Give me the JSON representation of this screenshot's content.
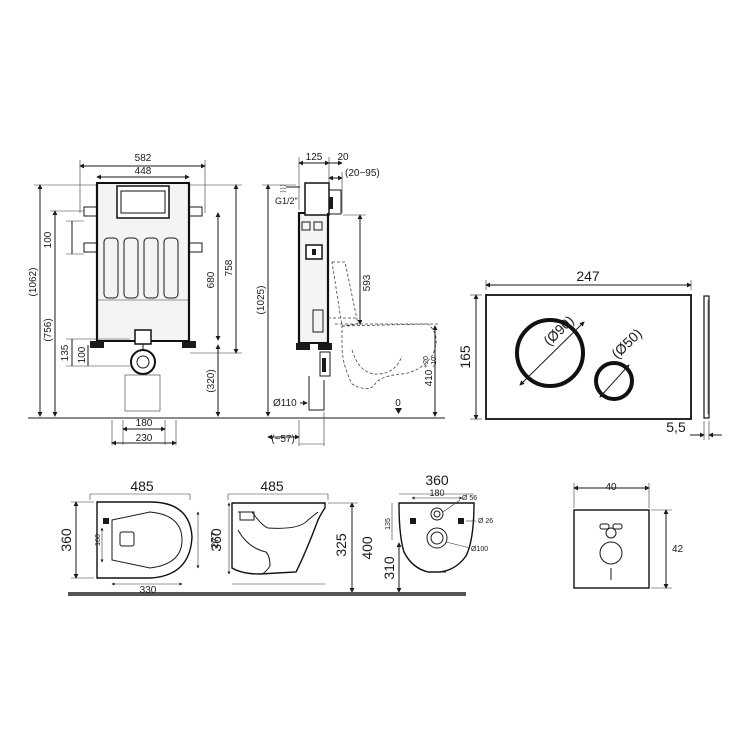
{
  "frame_front": {
    "width_outer": "582",
    "width_inner": "448",
    "h_total": "(1062)",
    "h_756": "(756)",
    "d_100_top": "100",
    "d_135": "135",
    "d_100_bottom": "100",
    "h_680": "680",
    "h_758": "758",
    "h_320": "(320)",
    "w_180": "180",
    "w_230": "230"
  },
  "frame_side": {
    "d_125": "125",
    "d_20": "20",
    "d_20_95": "(20~95)",
    "g_thread": "G1/2\"",
    "h_1025": "(1025)",
    "h_593": "593",
    "h_410": "410",
    "h_410_tol_plus": "+20",
    "h_410_tol_minus": "-10",
    "d_110": "Ø110",
    "d_57": "(~57)",
    "zero": "0"
  },
  "button_plate": {
    "width": "247",
    "height": "165",
    "d_90": "(Ø90)",
    "d_50": "(Ø50)",
    "thickness": "5,5"
  },
  "toilet_top": {
    "length": "485",
    "width": "360",
    "d_160": "160",
    "d_277": "277",
    "d_330": "330"
  },
  "toilet_side": {
    "length": "485",
    "height": "360",
    "d_325": "325",
    "d_400": "400"
  },
  "toilet_back": {
    "width": "360",
    "d_180": "180",
    "d_56": "Ø 56",
    "d_26": "Ø 26",
    "d_135": "135",
    "d_100": "Ø100",
    "h_310": "310"
  },
  "sound_pad": {
    "width": "40",
    "height": "42"
  }
}
